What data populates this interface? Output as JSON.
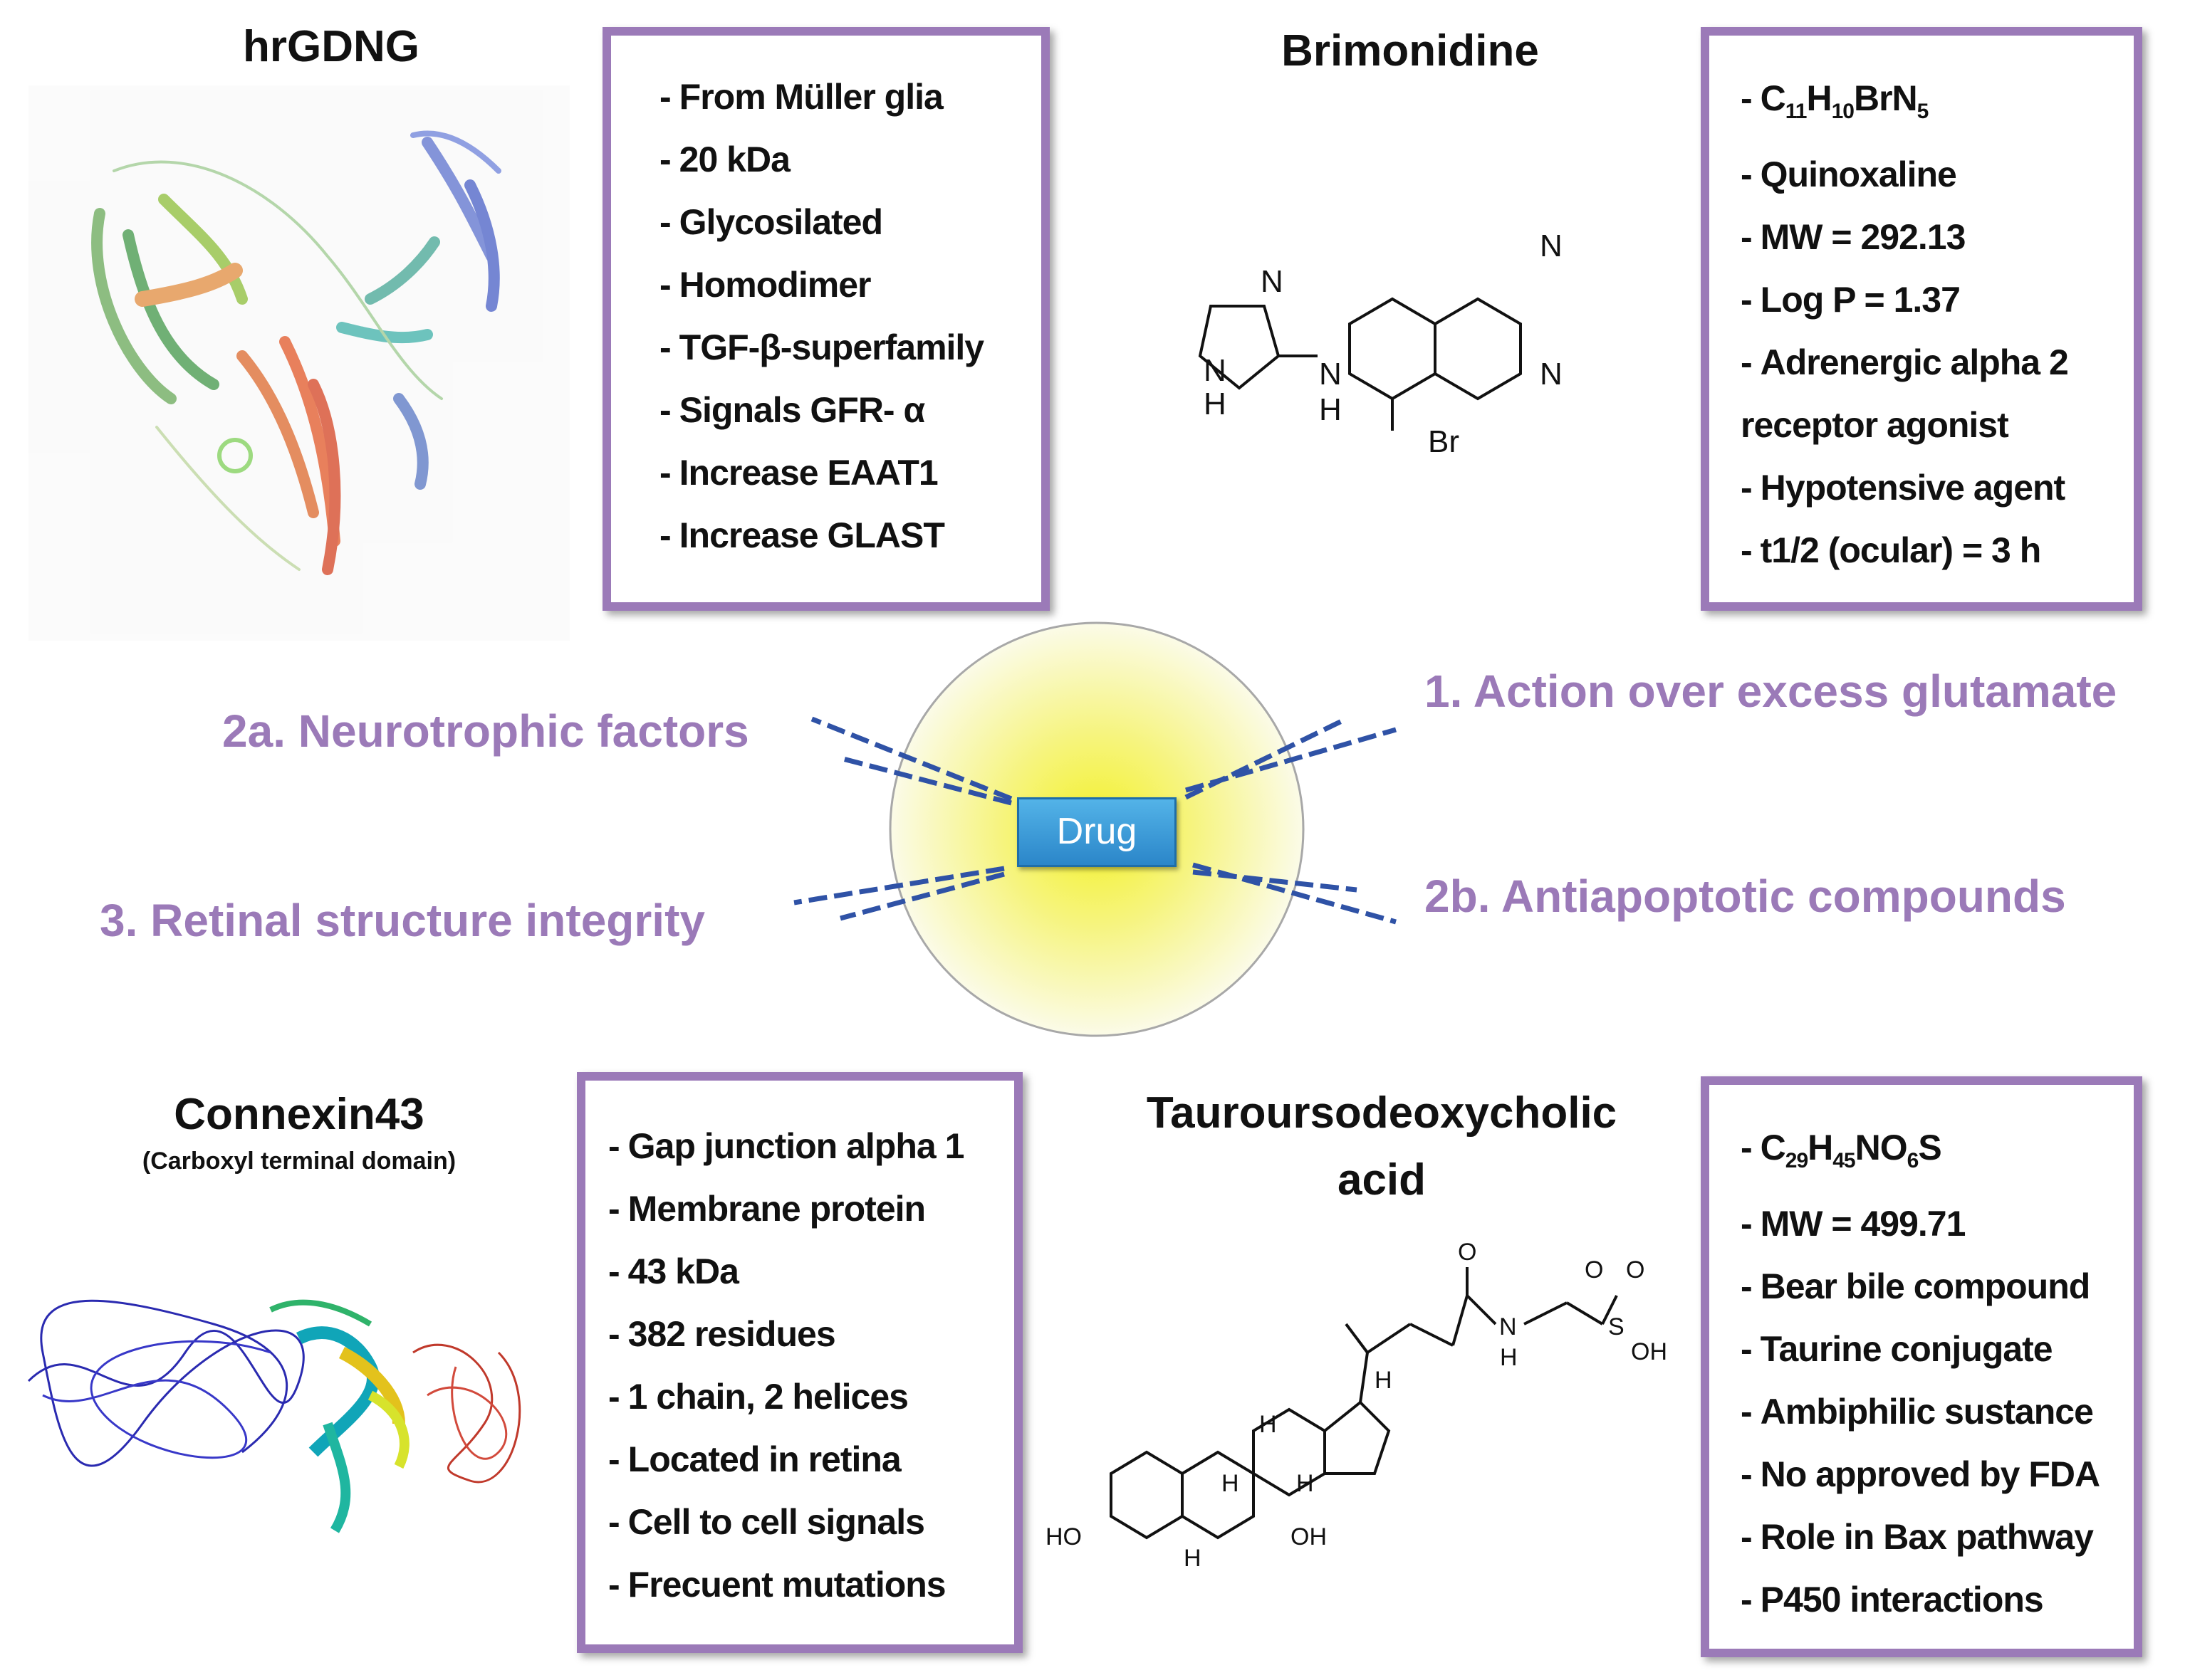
{
  "hrgdng": {
    "title": "hrGDNG",
    "items": [
      "From Müller glia",
      "20 kDa",
      "Glycosilated",
      "Homodimer",
      "TGF-β-superfamily",
      "Signals GFR- α",
      "Increase EAAT1",
      "Increase GLAST"
    ]
  },
  "brimonidine": {
    "title": "Brimonidine",
    "formula": {
      "c": "C",
      "c_n": "11",
      "h": "H",
      "h_n": "10",
      "rest": "BrN",
      "rest_n": "5"
    },
    "items": [
      "Quinoxaline",
      "MW = 292.13",
      "Log P = 1.37",
      "Adrenergic alpha 2",
      "receptor agonist",
      "Hypotensive agent",
      "t1/2 (ocular) = 3 h"
    ],
    "structure_labels": {
      "n1": "N",
      "n2": "N",
      "nh_ring": "N",
      "h_ring": "H",
      "nh_link": "N",
      "h_link": "H",
      "br": "Br"
    }
  },
  "connexin": {
    "title": "Connexin43",
    "subtitle": "(Carboxyl terminal domain)",
    "items": [
      "Gap junction alpha 1",
      "Membrane protein",
      "43 kDa",
      "382 residues",
      "1 chain, 2 helices",
      "Located in retina",
      "Cell to cell signals",
      "Frecuent mutations"
    ]
  },
  "tudca": {
    "title_line1": "Tauroursodeoxycholic",
    "title_line2": "acid",
    "formula": {
      "c": "C",
      "c_n": "29",
      "h": "H",
      "h_n": "45",
      "no": "NO",
      "o_n": "6",
      "s": "S"
    },
    "items": [
      "MW = 499.71",
      "Bear bile compound",
      "Taurine conjugate",
      "Ambiphilic sustance",
      "No approved by FDA",
      "Role in Bax pathway",
      "P450 interactions"
    ],
    "structure_labels": {
      "o1": "O",
      "o2": "O",
      "o3": "O",
      "s": "S",
      "oh": "OH",
      "n": "N",
      "nh": "H",
      "h1": "H",
      "h2": "H",
      "h3": "H",
      "h4": "H",
      "h5": "H",
      "ho": "HO",
      "oh2": "OH"
    }
  },
  "center": {
    "drug_label": "Drug",
    "action1": "1. Action over excess glutamate",
    "action2a": "2a. Neurotrophic factors",
    "action2b": "2b. Antiapoptotic compounds",
    "action3": "3. Retinal structure integrity"
  },
  "colors": {
    "accent_purple": "#9b7ab8",
    "drug_blue": "#2b86c9",
    "dash_blue": "#2f52a6",
    "glow_yellow": "#f3f12a"
  }
}
